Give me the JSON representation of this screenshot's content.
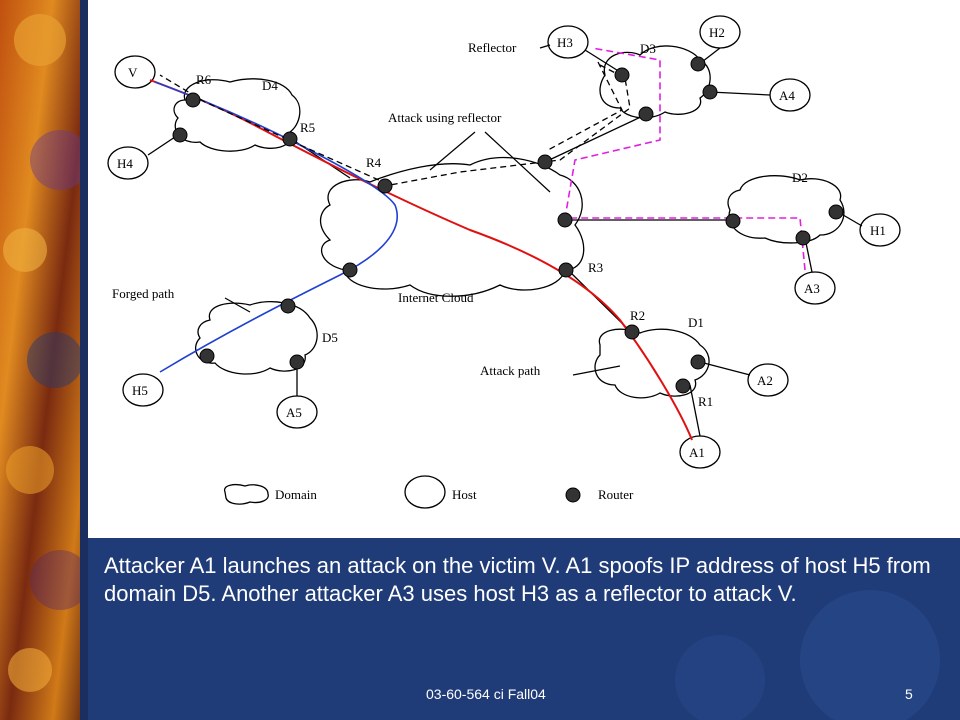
{
  "colors": {
    "attack_path": "#e01010",
    "forged_path": "#2040d0",
    "reflector_path": "#e020e0",
    "background": "#203c78"
  },
  "diagram": {
    "hosts": {
      "V": "V",
      "H1": "H1",
      "H2": "H2",
      "H3": "H3",
      "H4": "H4",
      "H5": "H5",
      "A1": "A1",
      "A2": "A2",
      "A3": "A3",
      "A4": "A4",
      "A5": "A5"
    },
    "routers": {
      "R1": "R1",
      "R2": "R2",
      "R3": "R3",
      "R4": "R4",
      "R5": "R5",
      "R6": "R6"
    },
    "domains": {
      "D1": "D1",
      "D2": "D2",
      "D3": "D3",
      "D4": "D4",
      "D5": "D5"
    },
    "annotations": {
      "reflector": "Reflector",
      "attack_using_reflector": "Attack using reflector",
      "internet_cloud": "Internet Cloud",
      "forged_path": "Forged path",
      "attack_path": "Attack path"
    },
    "legend": {
      "domain": "Domain",
      "host": "Host",
      "router": "Router"
    }
  },
  "caption": "Attacker A1 launches an attack on the victim V. A1 spoofs IP address of host H5 from domain D5. Another attacker A3 uses host H3 as a reflector to attack V.",
  "footer": {
    "course": "03-60-564  ci Fall04",
    "page": "5"
  }
}
